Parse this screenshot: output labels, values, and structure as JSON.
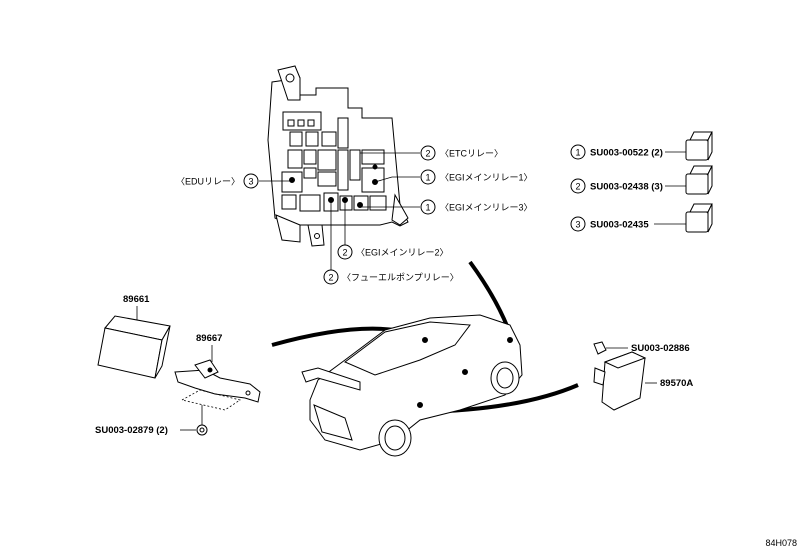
{
  "relay_labels": {
    "etc": "〈ETCリレー〉",
    "egi1": "〈EGIメインリレー1〉",
    "egi3": "〈EGIメインリレー3〉",
    "edu": "〈EDUリレー〉",
    "egi2": "〈EGIメインリレー2〉",
    "fuel": "〈フューエルポンプリレー〉"
  },
  "callouts": {
    "etc": "2",
    "egi1": "1",
    "egi3": "1",
    "edu": "3",
    "egi2": "2",
    "fuel": "2"
  },
  "legend": [
    {
      "num": "1",
      "part": "SU003-00522 (2)"
    },
    {
      "num": "2",
      "part": "SU003-02438 (3)"
    },
    {
      "num": "3",
      "part": "SU003-02435"
    }
  ],
  "part_numbers": {
    "module": "89661",
    "bracket": "89667",
    "nut_left": "SU003-02879 (2)",
    "nut_right": "SU003-02886",
    "unit_right": "89570A"
  },
  "figure_code": "84H078"
}
